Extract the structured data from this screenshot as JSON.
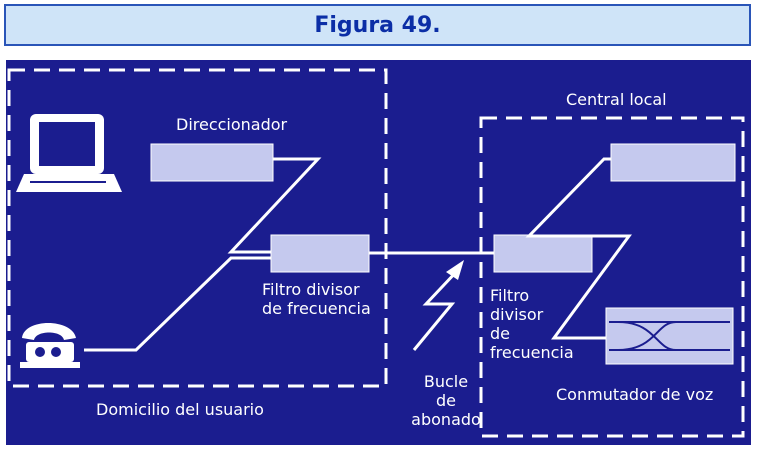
{
  "figure": {
    "title": "Figura 49."
  },
  "diagram": {
    "colors": {
      "background": "#1b1d8f",
      "line": "#ffffff",
      "box": "#c5c9ee"
    },
    "labels": {
      "direccionador": "Direccionador",
      "central_local": "Central local",
      "filtro_user": [
        "Filtro divisor",
        "de frecuencia"
      ],
      "filtro_central": [
        "Filtro",
        "divisor",
        "de",
        "frecuencia"
      ],
      "bucle": [
        "Bucle",
        "de",
        "abonado"
      ],
      "domicilio": "Domicilio del usuario",
      "conmutador": "Conmutador de voz"
    },
    "icons": [
      "computer-icon",
      "telephone-icon"
    ]
  }
}
